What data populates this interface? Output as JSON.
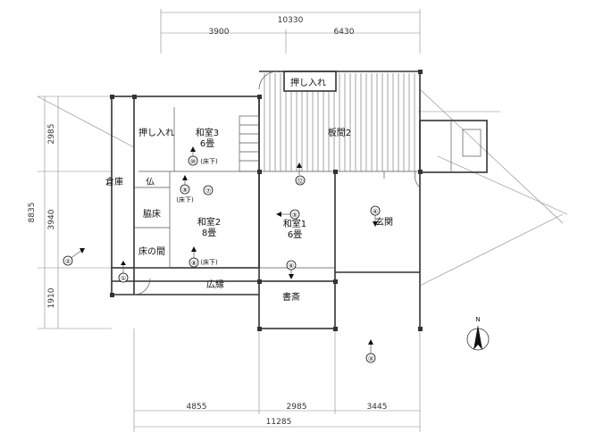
{
  "dimensions": {
    "top_total": "10330",
    "top_left": "3900",
    "top_right": "6430",
    "left_total": "8835",
    "left_top": "2985",
    "left_middle": "3940",
    "left_bottom": "1910",
    "bottom_1": "4855",
    "bottom_2": "2985",
    "bottom_3": "3445",
    "bottom_total": "11285"
  },
  "rooms": {
    "oshiire_top": "押し入れ",
    "oshiire_left": "押し入れ",
    "washitsu3": "和室3",
    "washitsu3_size": "6畳",
    "itama2": "板間2",
    "souko": "倉庫",
    "butsu": "仏",
    "wakitoko": "脇床",
    "tokonoma": "床の間",
    "washitsu2": "和室2",
    "washitsu2_size": "8畳",
    "washitsu1": "和室1",
    "washitsu1_size": "6畳",
    "genkan": "玄関",
    "hiroen": "広縁",
    "shosai": "書斎"
  },
  "markers": [
    "①",
    "②",
    "③",
    "④",
    "⑤",
    "⑥",
    "⑦",
    "⑧",
    "⑨",
    "⑩",
    "⑫"
  ],
  "marker_notes": {
    "n8": "(床下)",
    "n9": "(床下)",
    "n10": "(床下)"
  },
  "compass": "N"
}
